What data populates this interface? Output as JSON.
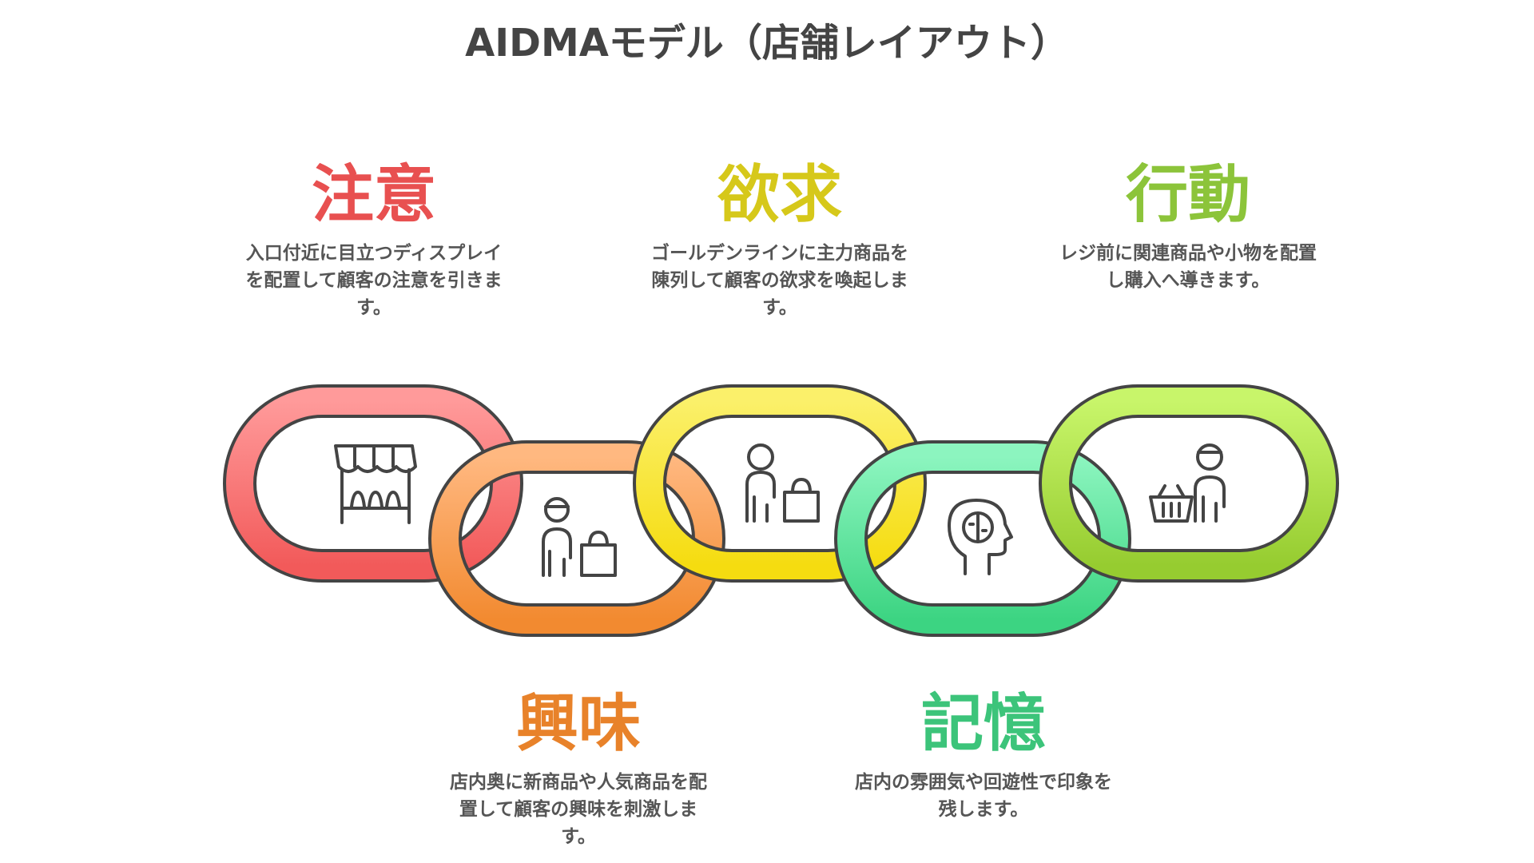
{
  "title": "AIDMAモデル（店舗レイアウト）",
  "stages": [
    {
      "heading": "注意",
      "description": "入口付近に目立つディスプレイを配置して顧客の注意を引きます。",
      "color": "#e85050",
      "icon": "storefront-icon"
    },
    {
      "heading": "興味",
      "description": "店内奥に新商品や人気商品を配置して顧客の興味を刺激します。",
      "color": "#e8822a",
      "icon": "shopper-with-bag-icon"
    },
    {
      "heading": "欲求",
      "description": "ゴールデンラインに主力商品を陳列して顧客の欲求を喚起します。",
      "color": "#d6c81a",
      "icon": "person-with-bag-icon"
    },
    {
      "heading": "記憶",
      "description": "店内の雰囲気や回遊性で印象を残します。",
      "color": "#3cc47a",
      "icon": "head-brain-icon"
    },
    {
      "heading": "行動",
      "description": "レジ前に関連商品や小物を配置し購入へ導きます。",
      "color": "#8cc43a",
      "icon": "shopper-with-basket-icon"
    }
  ]
}
